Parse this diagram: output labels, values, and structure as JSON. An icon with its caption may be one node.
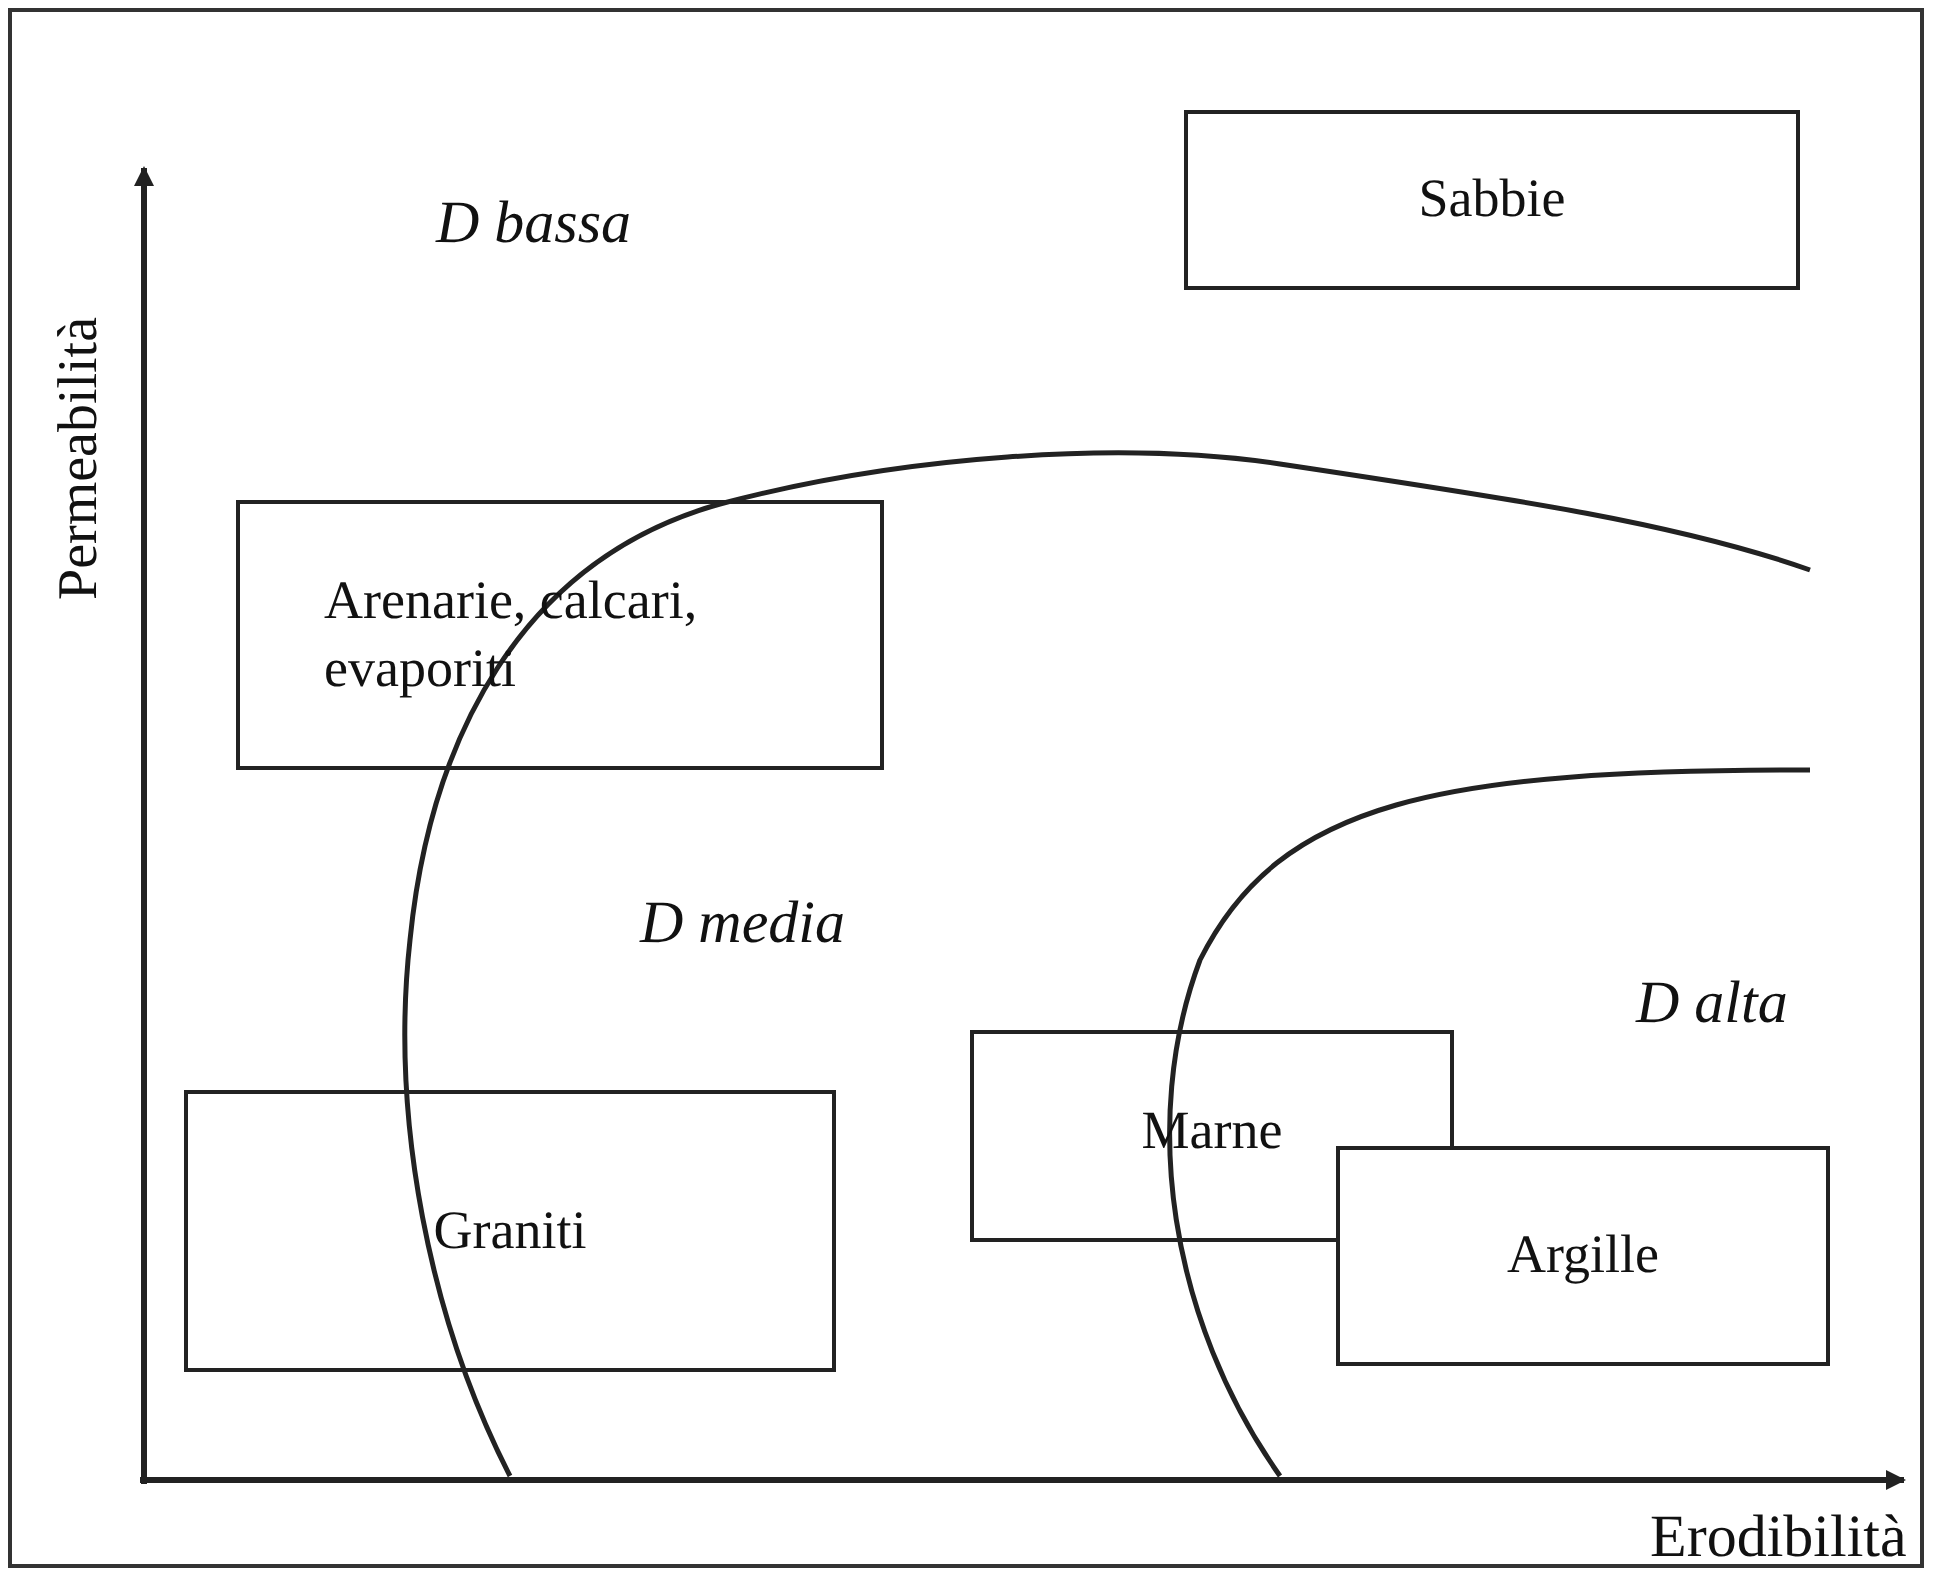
{
  "diagram": {
    "nodes": [
      {
        "text": [
          "Sabbie"
        ]
      },
      {
        "text": [
          "Arenarie, calcari, evaporiti"
        ]
      },
      {
        "text": [
          "Graniti"
        ]
      },
      {
        "text": [
          "Marne"
        ]
      },
      {
        "text": [
          "Argille"
        ]
      }
    ],
    "labels": [
      "Permeabilità",
      "D bassa",
      "D media",
      "D alta",
      "Erodibilità"
    ]
  }
}
